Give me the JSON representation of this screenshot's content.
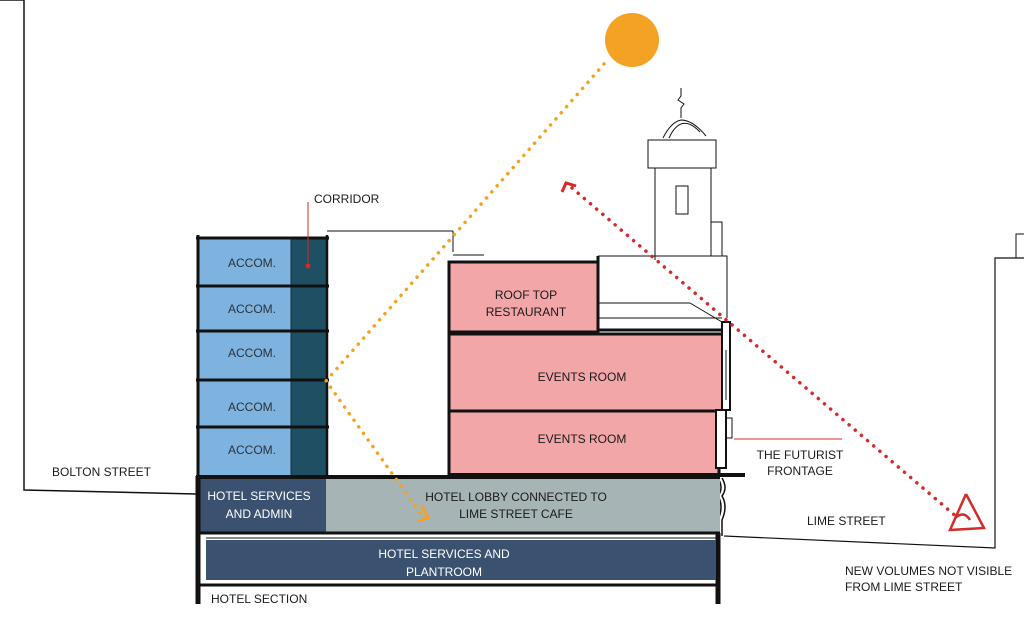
{
  "colors": {
    "sun": "#F4A224",
    "sun_ray": "#F4A224",
    "sightline": "#D42A2A",
    "accom": "#7FB3DF",
    "corridor": "#1F4F63",
    "restaurant": "#F2A6A8",
    "lobby": "#A7B4B5",
    "services": "#3A5270",
    "outline": "#111111"
  },
  "icons": {
    "sun": "sun-icon",
    "eye": "viewer-eye-icon"
  },
  "labels": {
    "corridor": "CORRIDOR",
    "accom": [
      "ACCOM.",
      "ACCOM.",
      "ACCOM.",
      "ACCOM.",
      "ACCOM."
    ],
    "roof_top_restaurant": [
      "ROOF TOP",
      "RESTAURANT"
    ],
    "events_room_upper": "EVENTS ROOM",
    "events_room_lower": "EVENTS ROOM",
    "futurist_frontage": [
      "THE FUTURIST",
      "FRONTAGE"
    ],
    "bolton_street": "BOLTON STREET",
    "hotel_services_admin": [
      "HOTEL SERVICES",
      "AND ADMIN"
    ],
    "hotel_lobby": [
      "HOTEL LOBBY CONNECTED TO",
      "LIME STREET CAFE"
    ],
    "lime_street": "LIME STREET",
    "hotel_services_plantroom": [
      "HOTEL SERVICES AND",
      "PLANTROOM"
    ],
    "hotel_section": "HOTEL SECTION",
    "new_volumes": [
      "NEW VOLUMES NOT VISIBLE",
      "FROM LIME STREET"
    ]
  }
}
